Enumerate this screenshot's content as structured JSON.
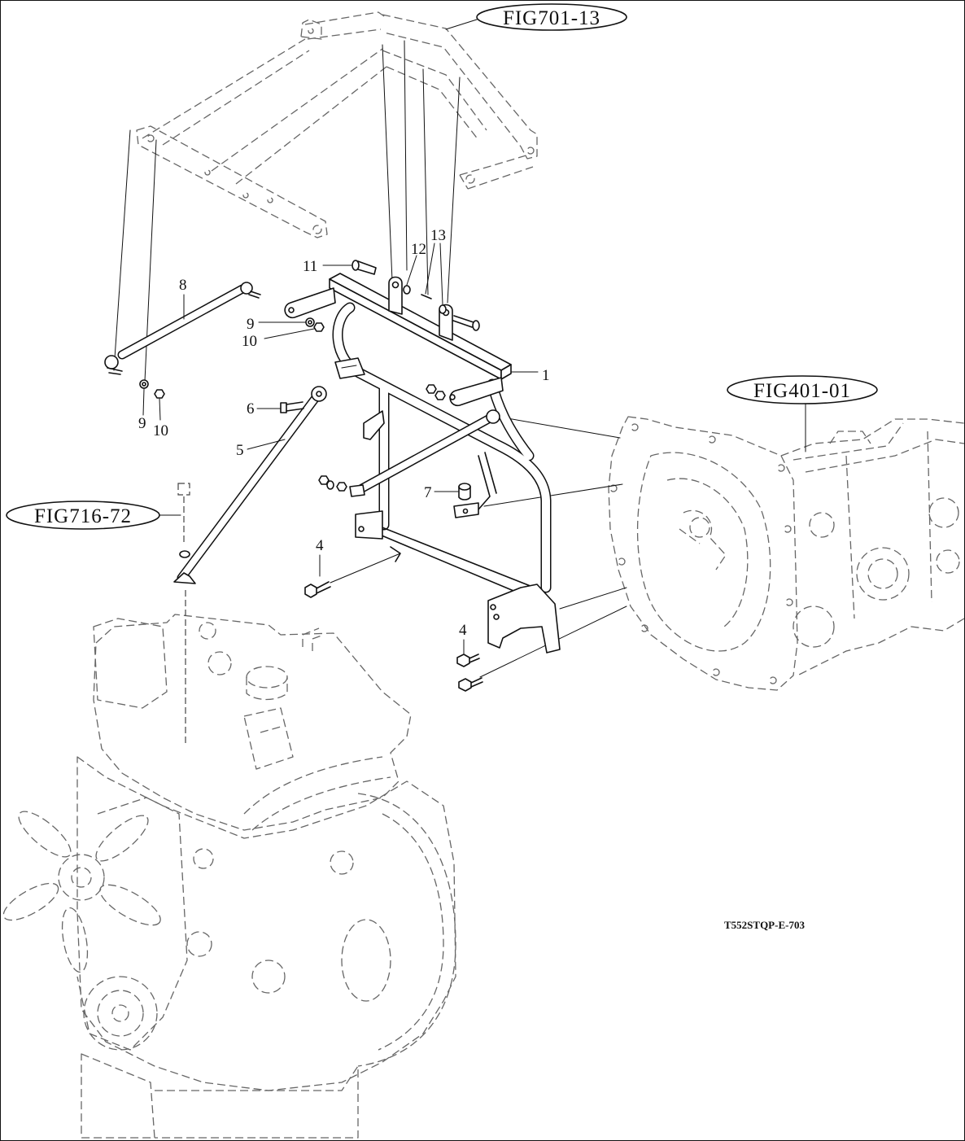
{
  "figure_refs": {
    "upper_frame": "FIG701-13",
    "transmission": "FIG401-01",
    "engine_bracket": "FIG716-72"
  },
  "callouts": {
    "p1": "1",
    "p4_upper": "4",
    "p4_lower": "4",
    "p5": "5",
    "p6": "6",
    "p7": "7",
    "p8": "8",
    "p9_upper": "9",
    "p9_lower": "9",
    "p10_upper": "10",
    "p10_lower": "10",
    "p11": "11",
    "p12": "12",
    "p13": "13"
  },
  "drawing_code": "T552STQP-E-703"
}
